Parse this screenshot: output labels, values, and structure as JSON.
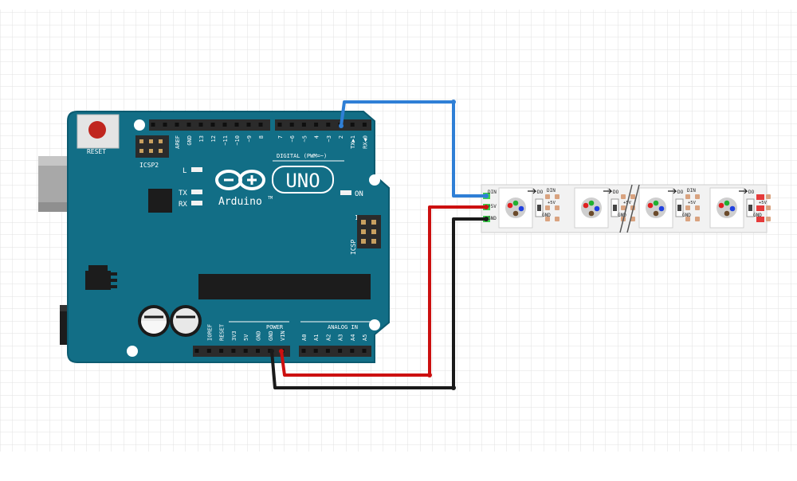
{
  "board": {
    "reset_label": "RESET",
    "icsp2_label": "ICSP2",
    "icsp_label": "ICSP",
    "icsp_pin1": "1",
    "digital_label": "DIGITAL (PWM=~)",
    "digital_pins": [
      "AREF",
      "GND",
      "13",
      "12",
      "~11",
      "~10",
      "~9",
      "8",
      "7",
      "~6",
      "~5",
      "4",
      "~3",
      "2",
      "TX▶1",
      "RX◀0"
    ],
    "led_l": "L",
    "led_tx": "TX",
    "led_rx": "RX",
    "led_on": "ON",
    "logo_brand": "Arduino",
    "logo_tm": "TM",
    "logo_model": "UNO",
    "power_label": "POWER",
    "power_pins": [
      "IOREF",
      "RESET",
      "3V3",
      "5V",
      "GND",
      "GND",
      "VIN"
    ],
    "analog_label": "ANALOG IN",
    "analog_pins": [
      "A0",
      "A1",
      "A2",
      "A3",
      "A4",
      "A5"
    ]
  },
  "strip": {
    "in_labels": [
      "DIN",
      "+5V",
      "GND"
    ],
    "do_label": "DO",
    "din_label": "DIN",
    "v5_label": "+5V",
    "gnd_label": "GND"
  },
  "wires": {
    "data_color": "#2f7fd6",
    "power_color": "#cc1010",
    "ground_color": "#1a1a1a"
  },
  "colors": {
    "board": "#126e86",
    "board_edge": "#0c5b70",
    "header": "#2b2b2b",
    "strip": "#f2f2f2",
    "pad": "#d9a380"
  }
}
